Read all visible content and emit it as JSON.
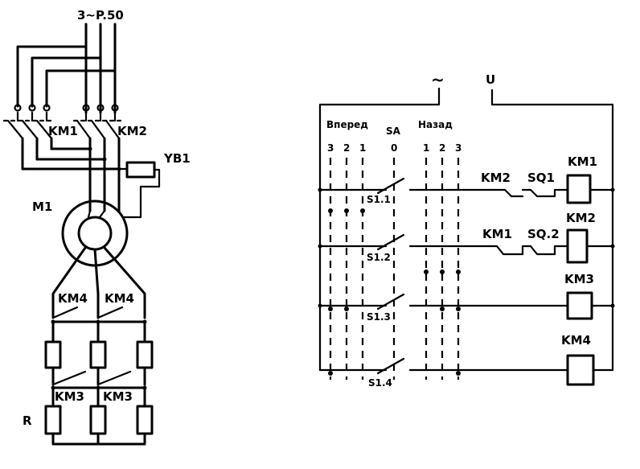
{
  "left": {
    "supply": "3~P.50",
    "km1": "KM1",
    "km2": "KM2",
    "brake": "YB1",
    "motor": "M1",
    "km4a": "KM4",
    "km4b": "KM4",
    "km3a": "KM3",
    "km3b": "KM3",
    "resistor": "R"
  },
  "right": {
    "ac": "~",
    "dc": "U",
    "forward": "Вперед",
    "sa": "SA",
    "back": "Назад",
    "positions": [
      "3",
      "2",
      "1",
      "0",
      "1",
      "2",
      "3"
    ],
    "contacts": [
      "S1.1",
      "S1.2",
      "S1.3",
      "S1.4"
    ],
    "rung1": {
      "c1": "KM2",
      "c2": "SQ1",
      "coil": "KM1"
    },
    "rung2": {
      "c1": "KM1",
      "c2": "SQ.2",
      "coil": "KM2"
    },
    "rung3": {
      "coil": "KM3"
    },
    "rung4": {
      "coil": "KM4"
    }
  }
}
